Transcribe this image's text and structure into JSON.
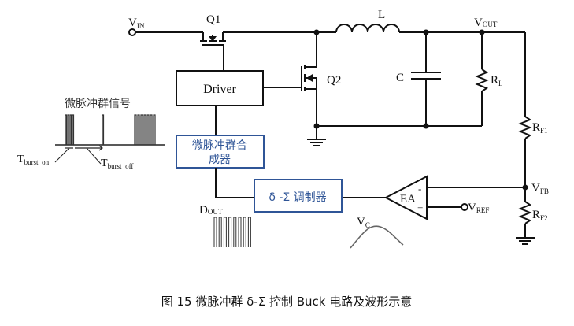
{
  "labels": {
    "vin": "V",
    "vin_sub": "IN",
    "q1": "Q1",
    "q2": "Q2",
    "inductor": "L",
    "capacitor": "C",
    "vout": "V",
    "vout_sub": "OUT",
    "rl": "R",
    "rl_sub": "L",
    "rf1": "R",
    "rf1_sub": "F1",
    "rf2": "R",
    "rf2_sub": "F2",
    "vfb": "V",
    "vfb_sub": "FB",
    "vref": "V",
    "vref_sub": "REF",
    "ea": "EA",
    "ea_minus": "-",
    "ea_plus": "+",
    "vc": "V",
    "vc_sub": "C",
    "dout": "D",
    "dout_sub": "OUT",
    "burst_signal": "微脉冲群信号",
    "t_burst_on": "T",
    "t_burst_on_sub": "burst_on",
    "t_burst_off": "T",
    "t_burst_off_sub": "burst_off"
  },
  "blocks": {
    "driver": "Driver",
    "synth_line1": "微脉冲群合",
    "synth_line2": "成器",
    "modulator": "δ -Σ 调制器"
  },
  "colors": {
    "wire": "#111111",
    "block_border_blue": "#2f5597",
    "block_text_blue": "#2f5597",
    "waveform_gray": "#666666"
  },
  "caption": "图 15  微脉冲群 δ-Σ 控制 Buck 电路及波形示意"
}
